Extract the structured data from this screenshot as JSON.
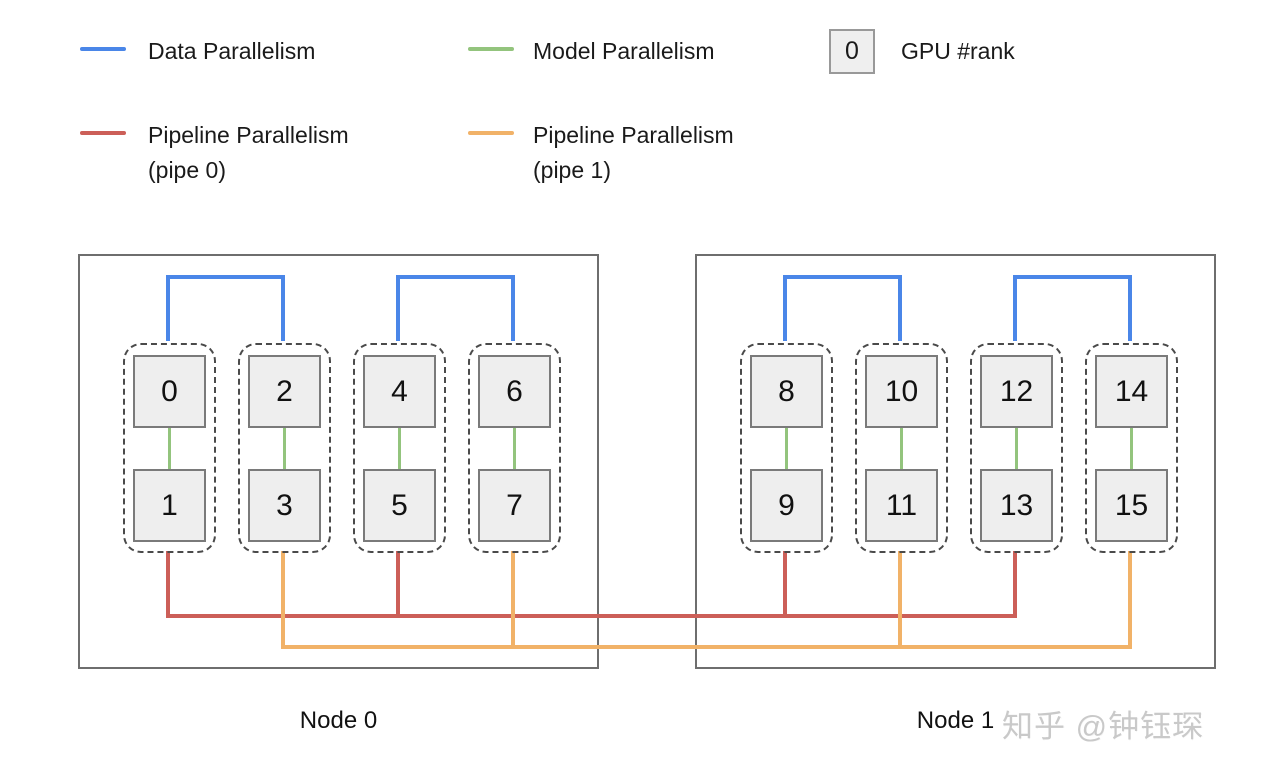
{
  "legend": {
    "row1": [
      {
        "label": "Data Parallelism",
        "color": "#4A86E8"
      },
      {
        "label": "Model Parallelism",
        "color": "#93C47D"
      }
    ],
    "gpu_rank": {
      "box_value": "0",
      "label": "GPU #rank"
    },
    "row2": [
      {
        "label": "Pipeline Parallelism",
        "sublabel": "(pipe 0)",
        "color": "#CC5F58"
      },
      {
        "label": "Pipeline Parallelism",
        "sublabel": "(pipe 1)",
        "color": "#F1B268"
      }
    ]
  },
  "colors": {
    "data_parallelism": "#4A86E8",
    "model_parallelism": "#93C47D",
    "pipeline_pipe0": "#CC5F58",
    "pipeline_pipe1": "#F1B268",
    "gpu_box_fill": "#EEEEEE",
    "gpu_box_border": "#7a7a7a"
  },
  "nodes": [
    {
      "label": "Node 0",
      "pairs": [
        [
          "0",
          "1"
        ],
        [
          "2",
          "3"
        ],
        [
          "4",
          "5"
        ],
        [
          "6",
          "7"
        ]
      ]
    },
    {
      "label": "Node 1",
      "pairs": [
        [
          "8",
          "9"
        ],
        [
          "10",
          "11"
        ],
        [
          "12",
          "13"
        ],
        [
          "14",
          "15"
        ]
      ]
    }
  ],
  "watermark": "知乎 @钟钰琛"
}
